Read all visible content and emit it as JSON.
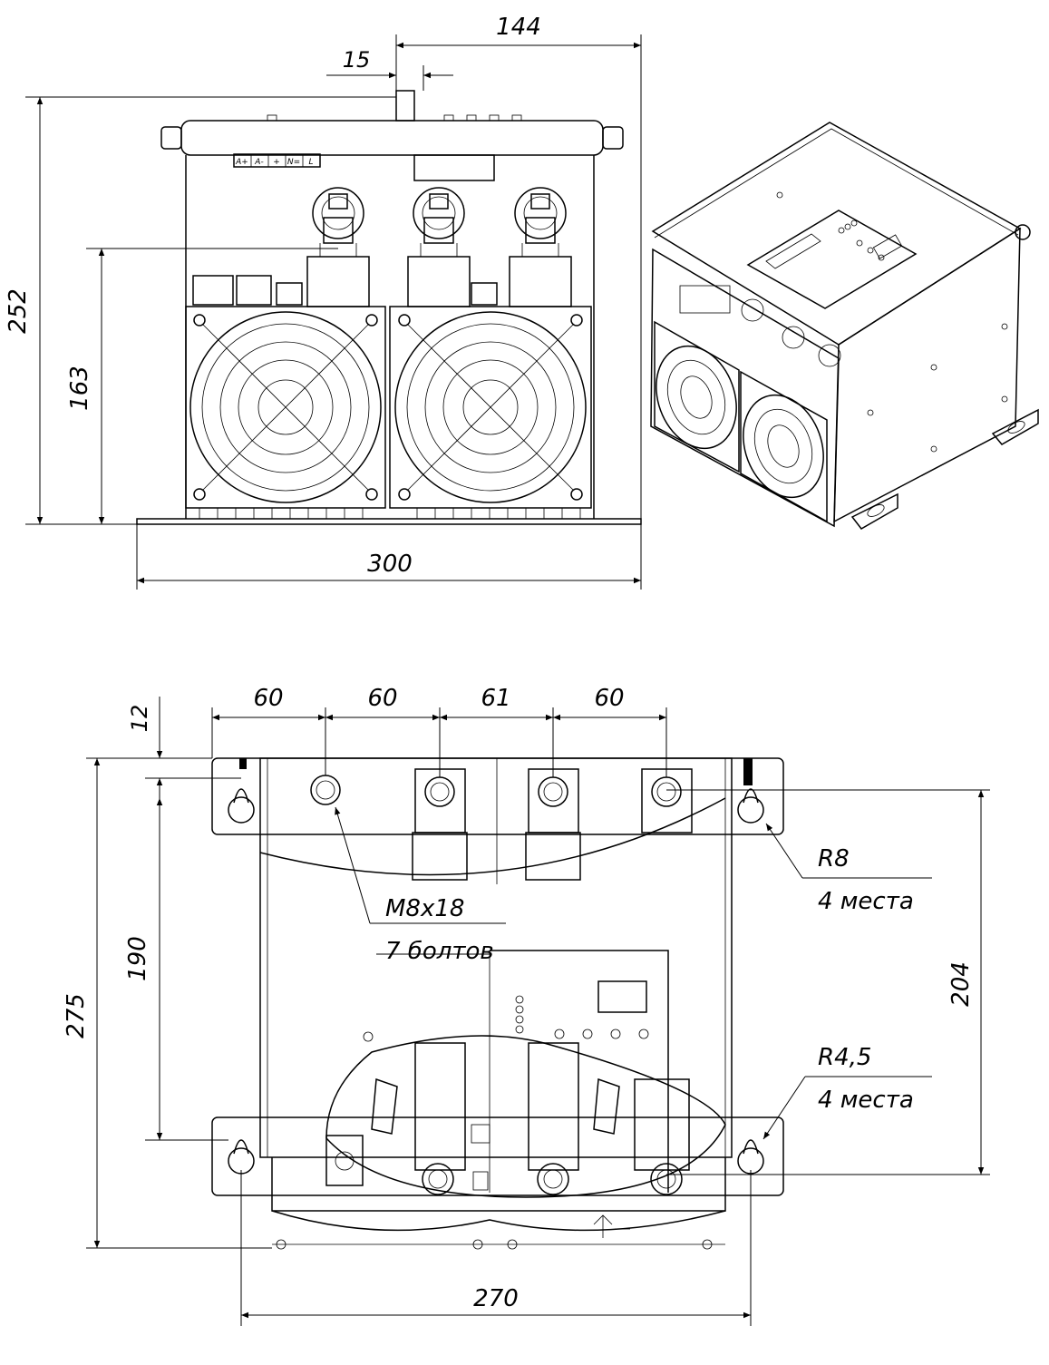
{
  "front_view": {
    "dims": {
      "width_top": "144",
      "offset_top": "15",
      "total_height": "252",
      "lower_height": "163",
      "base_width": "300"
    },
    "terminal_labels": [
      "A+",
      "A-",
      "+",
      "N=",
      "L"
    ]
  },
  "plan_view": {
    "dims": {
      "pitch1": "60",
      "pitch2": "60",
      "pitch3": "61",
      "pitch4": "60",
      "edge_offset": "12",
      "hole_spacing": "190",
      "total_depth": "275",
      "right_spacing": "204",
      "base_length": "270"
    },
    "callouts": {
      "bolt_spec": "M8x18",
      "bolt_count": "7 болтов",
      "radius_large": "R8",
      "radius_large_qty": "4 места",
      "radius_small": "R4,5",
      "radius_small_qty": "4 места"
    }
  },
  "colors": {
    "line": "#000000",
    "background": "#ffffff"
  }
}
